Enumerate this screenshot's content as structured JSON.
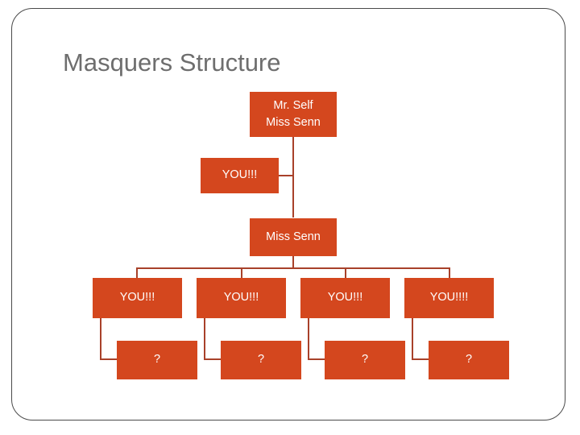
{
  "slide": {
    "title": "Masquers Structure",
    "title_color": "#6e6e6e",
    "background": "#ffffff",
    "frame_color": "#4a4a4a"
  },
  "theme": {
    "node_fill": "#D4471E",
    "node_text": "#ffffff",
    "connector_color": "#A8412A"
  },
  "chart_data": {
    "type": "org-chart",
    "title": "Masquers Structure",
    "levels": 4,
    "nodes": [
      {
        "id": "n1",
        "label_line1": "Mr. Self",
        "label_line2": "Miss Senn",
        "level": 0
      },
      {
        "id": "n2",
        "label_line1": "YOU!!!",
        "label_line2": "",
        "level": 1
      },
      {
        "id": "n3",
        "label_line1": "Miss Senn",
        "label_line2": "",
        "level": 2
      },
      {
        "id": "n4",
        "label_line1": "YOU!!!",
        "label_line2": "",
        "level": 3
      },
      {
        "id": "n5",
        "label_line1": "YOU!!!",
        "label_line2": "",
        "level": 3
      },
      {
        "id": "n6",
        "label_line1": "YOU!!!",
        "label_line2": "",
        "level": 3
      },
      {
        "id": "n7",
        "label_line1": "YOU!!!!",
        "label_line2": "",
        "level": 3
      },
      {
        "id": "n8",
        "label_line1": "?",
        "label_line2": "",
        "level": 4
      },
      {
        "id": "n9",
        "label_line1": "?",
        "label_line2": "",
        "level": 4
      },
      {
        "id": "n10",
        "label_line1": "?",
        "label_line2": "",
        "level": 4
      },
      {
        "id": "n11",
        "label_line1": "?",
        "label_line2": "",
        "level": 4
      }
    ],
    "edges": [
      {
        "from": "n1",
        "to": "n2"
      },
      {
        "from": "n1",
        "to": "n3"
      },
      {
        "from": "n3",
        "to": "n4"
      },
      {
        "from": "n3",
        "to": "n5"
      },
      {
        "from": "n3",
        "to": "n6"
      },
      {
        "from": "n3",
        "to": "n7"
      },
      {
        "from": "n4",
        "to": "n8"
      },
      {
        "from": "n5",
        "to": "n9"
      },
      {
        "from": "n6",
        "to": "n10"
      },
      {
        "from": "n7",
        "to": "n11"
      }
    ]
  }
}
